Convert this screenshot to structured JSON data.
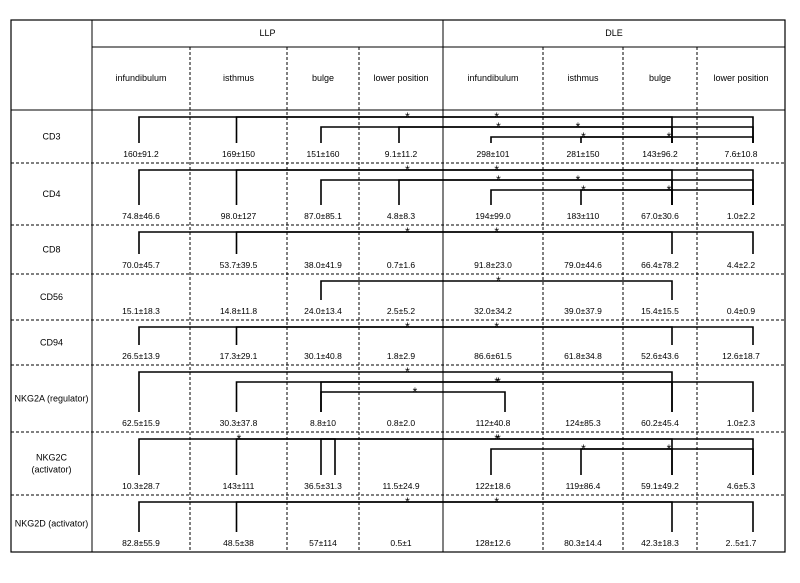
{
  "groups": [
    "LLP",
    "DLE"
  ],
  "columns": [
    "infundibulum",
    "isthmus",
    "bulge",
    "lower position",
    "infundibulum",
    "isthmus",
    "bulge",
    "lower position"
  ],
  "rows": [
    {
      "label": [
        "CD3"
      ],
      "llp": [
        "160±91.2",
        "169±150",
        "151±160",
        "9.1±11.2"
      ],
      "dle": [
        "298±101",
        "281±150",
        "143±96.2",
        "7.6±10.8"
      ]
    },
    {
      "label": [
        "CD4"
      ],
      "llp": [
        "74.8±46.6",
        "98.0±127",
        "87.0±85.1",
        "4.8±8.3"
      ],
      "dle": [
        "194±99.0",
        "183±110",
        "67.0±30.6",
        "1.0±2.2"
      ]
    },
    {
      "label": [
        "CD8"
      ],
      "llp": [
        "70.0±45.7",
        "53.7±39.5",
        "38.0±41.9",
        "0.7±1.6"
      ],
      "dle": [
        "91.8±23.0",
        "79.0±44.6",
        "66.4±78.2",
        "4.4±2.2"
      ]
    },
    {
      "label": [
        "CD56"
      ],
      "llp": [
        "15.1±18.3",
        "14.8±11.8",
        "24.0±13.4",
        "2.5±5.2"
      ],
      "dle": [
        "32.0±34.2",
        "39.0±37.9",
        "15.4±15.5",
        "0.4±0.9"
      ]
    },
    {
      "label": [
        "CD94"
      ],
      "llp": [
        "26.5±13.9",
        "17.3±29.1",
        "30.1±40.8",
        "1.8±2.9"
      ],
      "dle": [
        "86.6±61.5",
        "61.8±34.8",
        "52.6±43.6",
        "12.6±18.7"
      ]
    },
    {
      "label": [
        "NKG2A (regulator)"
      ],
      "llp": [
        "62.5±15.9",
        "30.3±37.8",
        "8.8±10",
        "0.8±2.0"
      ],
      "dle": [
        "112±40.8",
        "124±85.3",
        "60.2±45.4",
        "1.0±2.3"
      ]
    },
    {
      "label": [
        "NKG2C",
        "(activator)"
      ],
      "llp": [
        "10.3±28.7",
        "143±111",
        "36.5±31.3",
        "11.5±24.9"
      ],
      "dle": [
        "122±18.6",
        "119±86.4",
        "59.1±49.2",
        "4.6±5.3"
      ]
    },
    {
      "label": [
        "NKG2D (activator)"
      ],
      "llp": [
        "82.8±55.9",
        "48.5±38",
        "57±114",
        "0.5±1"
      ],
      "dle": [
        "128±12.6",
        "80.3±14.4",
        "42.3±18.3",
        "2..5±1.7"
      ]
    }
  ],
  "significance_marker": "*"
}
